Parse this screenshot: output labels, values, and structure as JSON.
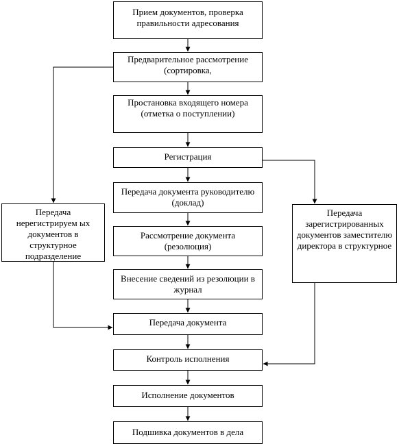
{
  "diagram": {
    "colors": {
      "line": "#000000",
      "box_fill": "#ffffff",
      "text": "#000000"
    },
    "nodes": {
      "receive": "Прием документов, проверка правильности адресования",
      "preliminary": "Предварительное рассмотрение (сортировка,",
      "numbering": "Простановка входящего номера (отметка о поступлении)",
      "registration": "Регистрация",
      "to_head": "Передача документа руководителю (доклад)",
      "review": "Рассмотрение документа (резолюция)",
      "journal": "Внесение сведений из резолюции в журнал",
      "transfer": "Передача документа",
      "control": "Контроль исполнения",
      "execution": "Исполнение документов",
      "filing": "Подшивка документов в дела",
      "unregistered": "Передача нерегистрируем ых документов в структурное подразделение",
      "registered": "Передача зарегистрированных документов заместителю директора в структурное"
    }
  }
}
